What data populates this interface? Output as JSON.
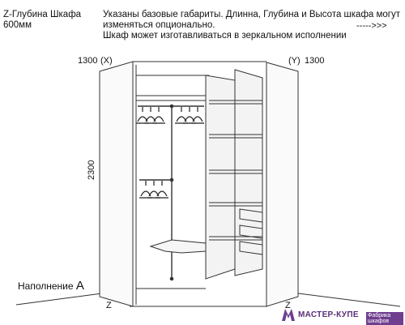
{
  "notes": {
    "depth_line1": "Z-Глубина Шкафа",
    "depth_line2": "600мм",
    "info_line1": "Указаны базовые габариты. Длинна, Глубина и Высота шкафа могут",
    "info_line2": "изменяться опционально.",
    "info_arrow": "----->>>",
    "info_line3": "Шкаф может изготавливаться в зеркальном исполнении"
  },
  "dimensions": {
    "left_width": "1300",
    "left_axis": "(X)",
    "right_axis": "(Y)",
    "right_width": "1300",
    "height": "2300",
    "depth_left": "Z",
    "depth_right": "Z"
  },
  "filling": {
    "label": "Наполнение",
    "letter": "А"
  },
  "brand": {
    "name": "МАСТЕР-КУПЕ",
    "tagline": "Фабрика шкафов",
    "color": "#6f3e8f"
  }
}
